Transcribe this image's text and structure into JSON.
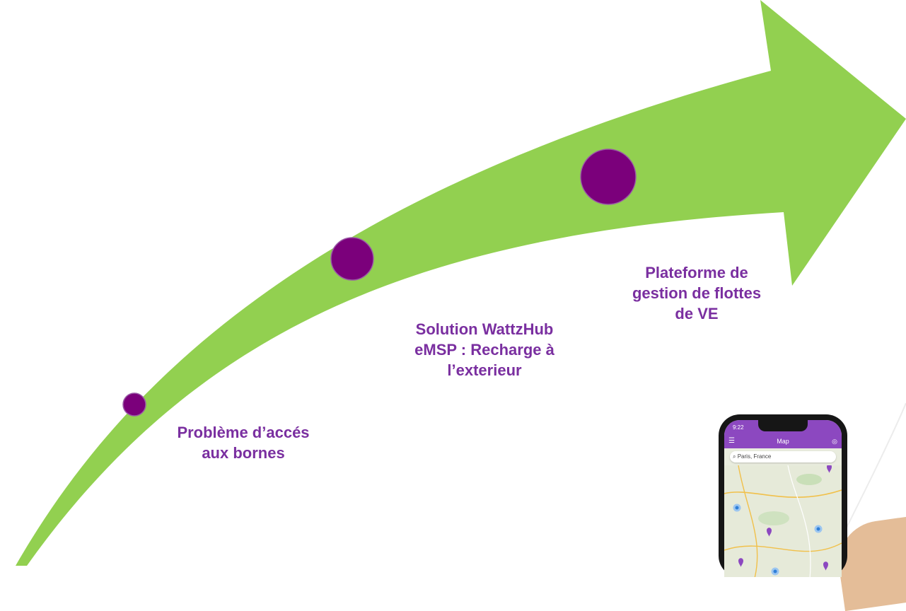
{
  "colors": {
    "arrow": "#92D050",
    "milestone": "#7B007B",
    "label_text": "#7A2FA0",
    "app_primary": "#8C48C0"
  },
  "milestones": [
    {
      "label_lines": [
        "Problème d’accés",
        "aux bornes"
      ]
    },
    {
      "label_lines": [
        "Solution WattzHub",
        "eMSP : Recharge à",
        "l’exterieur"
      ]
    },
    {
      "label_lines": [
        "Plateforme de",
        "gestion de flottes",
        "de VE"
      ]
    }
  ],
  "phone": {
    "status_time": "9:22",
    "app_title": "Map",
    "search_placeholder": "Paris, France",
    "icons": [
      "menu-icon",
      "locate-icon",
      "filter-icon",
      "charging-pin-icon",
      "station-cluster-icon"
    ]
  }
}
